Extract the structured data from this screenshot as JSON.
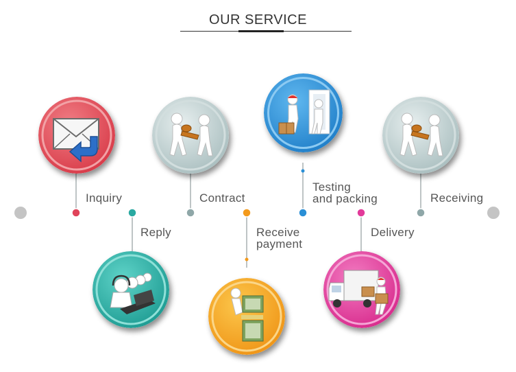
{
  "title": "OUR SERVICE",
  "steps": [
    {
      "label": "Inquiry",
      "color": "#e0445a",
      "icon": "envelope-arrow-icon",
      "ring": "#e8595f"
    },
    {
      "label": "Reply",
      "color": "#2aa9a1",
      "icon": "call-center-icon",
      "ring": "#2bb7ab"
    },
    {
      "label": "Contract",
      "color": "#8fa7a8",
      "icon": "handshake-icon",
      "ring": "#b9cccc"
    },
    {
      "label_line1": "Receive",
      "label_line2": "payment",
      "color": "#f39a1c",
      "icon": "money-icon",
      "ring": "#f7ab1a"
    },
    {
      "label_line1": "Testing",
      "label_line2": "and packing",
      "color": "#2a8fd6",
      "icon": "door-inspection-icon",
      "ring": "#2e93d8"
    },
    {
      "label": "Delivery",
      "color": "#e23a9a",
      "icon": "delivery-truck-icon",
      "ring": "#e0359a"
    },
    {
      "label": "Receiving",
      "color": "#8fa7a8",
      "icon": "handshake-icon",
      "ring": "#b9cccc"
    }
  ]
}
